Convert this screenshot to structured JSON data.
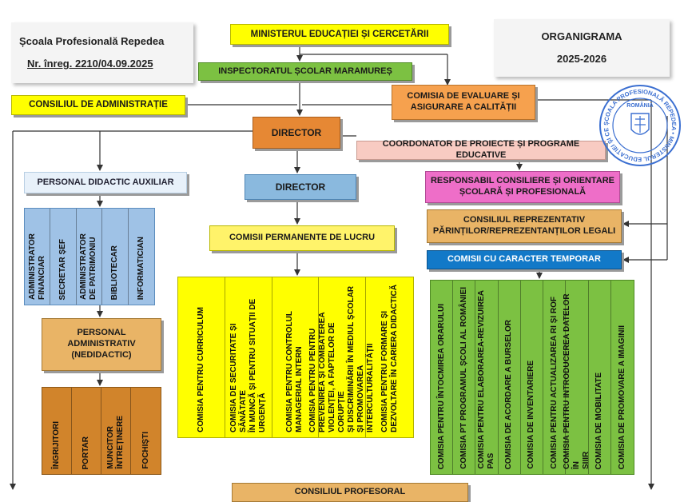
{
  "header": {
    "school": "Școala Profesională Repedea",
    "registration": "Nr. înreg. 2210/04.09.2025",
    "doc_title": "ORGANIGRAMA",
    "doc_year": "2025-2026"
  },
  "top": {
    "ministry": "MINISTERUL EDUCAȚIEI ȘI CERCETĂRII",
    "inspectorate": "INSPECTORATUL ȘCOLAR MARAMUREȘ",
    "board": "CONSILIUL DE ADMINISTRAȚIE",
    "quality_line1": "COMISIA DE EVALUARE ȘI",
    "quality_line2": "ASIGURARE A CALITĂȚII",
    "director": "DIRECTOR",
    "director2": "DIRECTOR",
    "projects": "COORDONATOR DE PROIECTE ȘI PROGRAME EDUCATIVE",
    "counselor_line1": "RESPONSABIL CONSILIERE ȘI ORIENTARE",
    "counselor_line2": "ȘCOLARĂ ȘI PROFESIONALĂ",
    "parents_line1": "CONSILIUL REPREZENTATIV",
    "parents_line2": "PĂRINȚILOR/REPREZENTANȚILOR LEGALI",
    "temp_commissions": "COMISII CU CARACTER TEMPORAR",
    "perm_commissions": "COMISII PERMANENTE DE LUCRU",
    "aux_staff": "PERSONAL DIDACTIC AUXILIAR",
    "admin_staff_line1": "PERSONAL",
    "admin_staff_line2": "ADMINISTRATIV",
    "admin_staff_line3": "(NEDIDACTIC)",
    "teachers_council": "CONSILIUL PROFESORAL"
  },
  "aux_roles": [
    "ADMINISTRATOR\nFINANCIAR",
    "SECRETAR ȘEF",
    "ADMINISTRATOR\nDE PATRIMONIU",
    "BIBLIOTECAR",
    "INFORMATICIAN"
  ],
  "admin_roles": [
    "ÎNGRIJITORI",
    "PORTAR",
    "MUNCITOR\nÎNTREȚINERE",
    "FOCHIȘTI"
  ],
  "permanent_commissions": [
    "COMISIA PENTRU CURRICULUM",
    "COMISIA DE SECURITATE ȘI SĂNĂTATE\nÎN MUNCĂ ȘI PENTRU SITUAȚII DE\nURGENȚĂ",
    "COMISIA PENTRU CONTROLUL\nMANAGERIAL INTERN",
    "COMISIA PENTRU PENTRU\nPREVENIREA ȘI COMBATEREA\nVIOLENȚEI, A FAPTELOR DE CORUPȚIE\nȘI DISCRIMINĂRII ÎN MEDIUL ȘCOLAR\nȘI PROMOVAREA\nINTERCULTURALITĂȚII",
    "COMISIA PENTRU FORMARE ȘI\nDEZVOLTARE ÎN CARIERA DIDACTICĂ"
  ],
  "temporary_commissions": [
    "COMISIA PENTRU ÎNTOCMIREA ORARULUI",
    "COMISIA  PT PROGRAMUL ȘCOLI AL ROMÂNIEI",
    "COMISIA PENTRU ELABORAREA-REVIZUIREA\nPAS",
    "COMISIA DE ACORDARE A BURSELOR",
    "COMISIA DE INVENTARIERE",
    "COMISIA PENTRU ACTUALIZAREA RI ȘI ROF",
    "COMISIA PENTRU  INTRODUCEREA DATELOR ÎN\nSIIIR",
    "COMISIA  DE MOBILITATE",
    "COMISIA DE PROMOVARE A IMAGINII"
  ],
  "stamp": {
    "country": "ROMÂNIA",
    "text": "ȘCOALA PROFESIONALĂ REPEDEA • MINISTERUL EDUCAȚIEI ȘI CERCETĂRII •"
  },
  "colors": {
    "yellow": "#ffff00",
    "green": "#7cc142",
    "orange": "#f6a14e",
    "blue": "#8ab9de",
    "navy": "#1279c8",
    "stamp": "#3b6fd1"
  }
}
